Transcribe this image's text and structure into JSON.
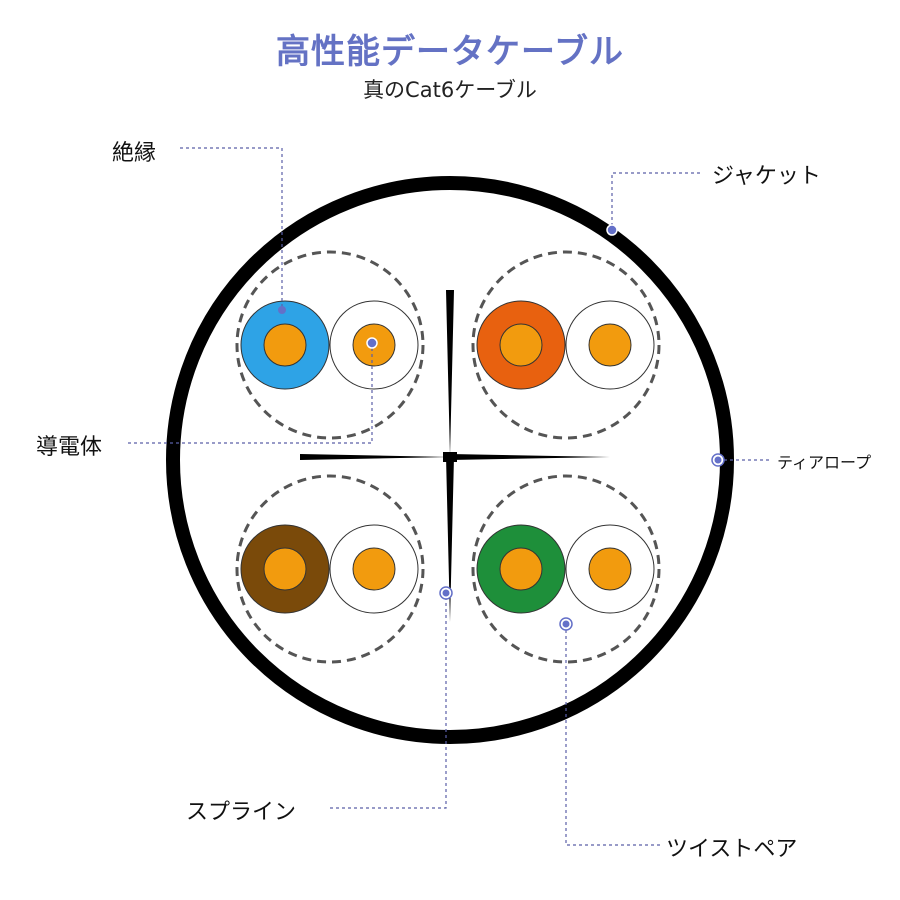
{
  "header": {
    "title": "高性能データケーブル",
    "subtitle": "真のCat6ケーブル"
  },
  "labels": {
    "insulation": "絶縁",
    "jacket": "ジャケット",
    "conductor": "導電体",
    "ripcord": "ティアロープ",
    "spline": "スプライン",
    "twisted_pair": "ツイストペア"
  },
  "colors": {
    "title": "#6472c4",
    "jacket": "#000000",
    "leader_line": "#5a5fa8",
    "marker": "#6470c8",
    "pair_outline": "#555555",
    "conductor": "#f29b0e",
    "insulation_blue": "#2ea3e6",
    "insulation_orange": "#e8610f",
    "insulation_brown": "#7a4a0a",
    "insulation_green": "#1e8f3a",
    "insulation_white": "#ffffff"
  },
  "pairs": [
    {
      "name": "blue-pair",
      "colored_insulation": "insulation_blue"
    },
    {
      "name": "orange-pair",
      "colored_insulation": "insulation_orange"
    },
    {
      "name": "brown-pair",
      "colored_insulation": "insulation_brown"
    },
    {
      "name": "green-pair",
      "colored_insulation": "insulation_green"
    }
  ]
}
